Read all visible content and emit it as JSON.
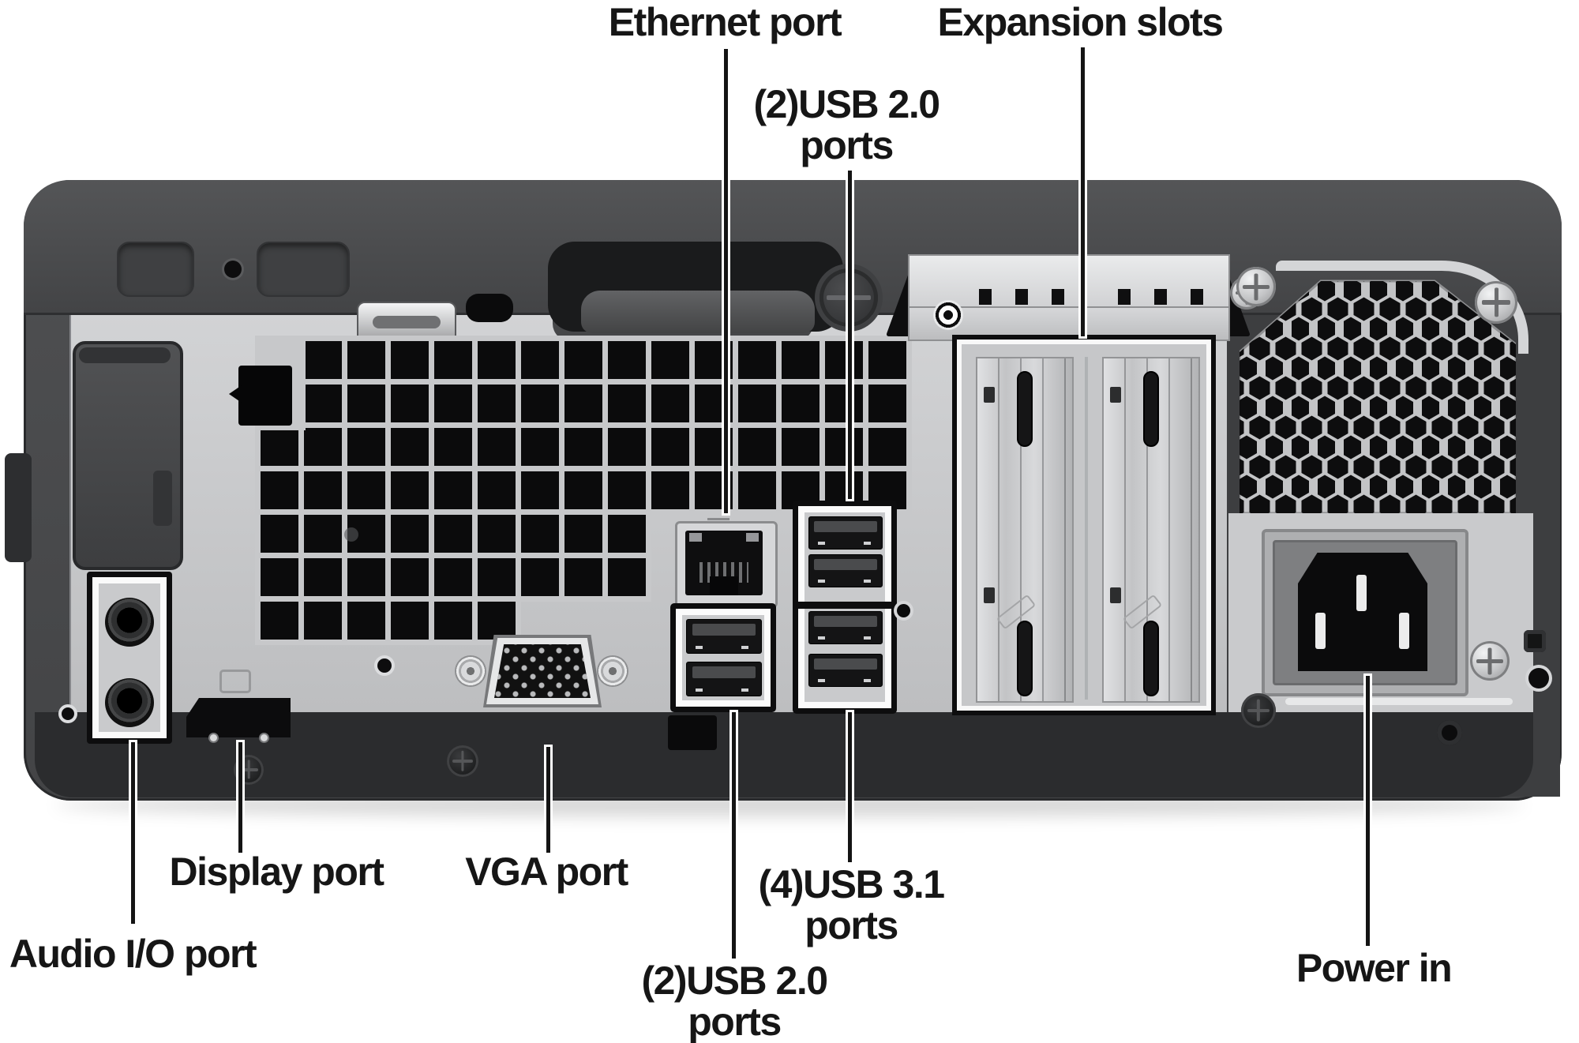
{
  "meta": {
    "description": "Rear panel diagram of a small form factor desktop computer with callout labels for each port"
  },
  "callouts": {
    "ethernet": {
      "label": "Ethernet port"
    },
    "usb20_top": {
      "line1": "(2)USB 2.0",
      "line2": "ports"
    },
    "expansion": {
      "label": "Expansion slots"
    },
    "display_port": {
      "label": "Display port"
    },
    "vga": {
      "label": "VGA port"
    },
    "audio": {
      "label": "Audio I/O port"
    },
    "usb31": {
      "line1": "(4)USB 3.1",
      "line2": "ports"
    },
    "usb20_bottom": {
      "line1": "(2)USB 2.0",
      "line2": "ports"
    },
    "power": {
      "label": "Power in"
    }
  },
  "colors": {
    "label-text": "#161616",
    "callout-line": "#141414",
    "outline-white": "#ffffff",
    "panel-silver": "#c7c8ca",
    "vent-black": "#0b0b0c",
    "chassis-dark": "#454648",
    "bottom-strip": "#2b2c2e"
  }
}
